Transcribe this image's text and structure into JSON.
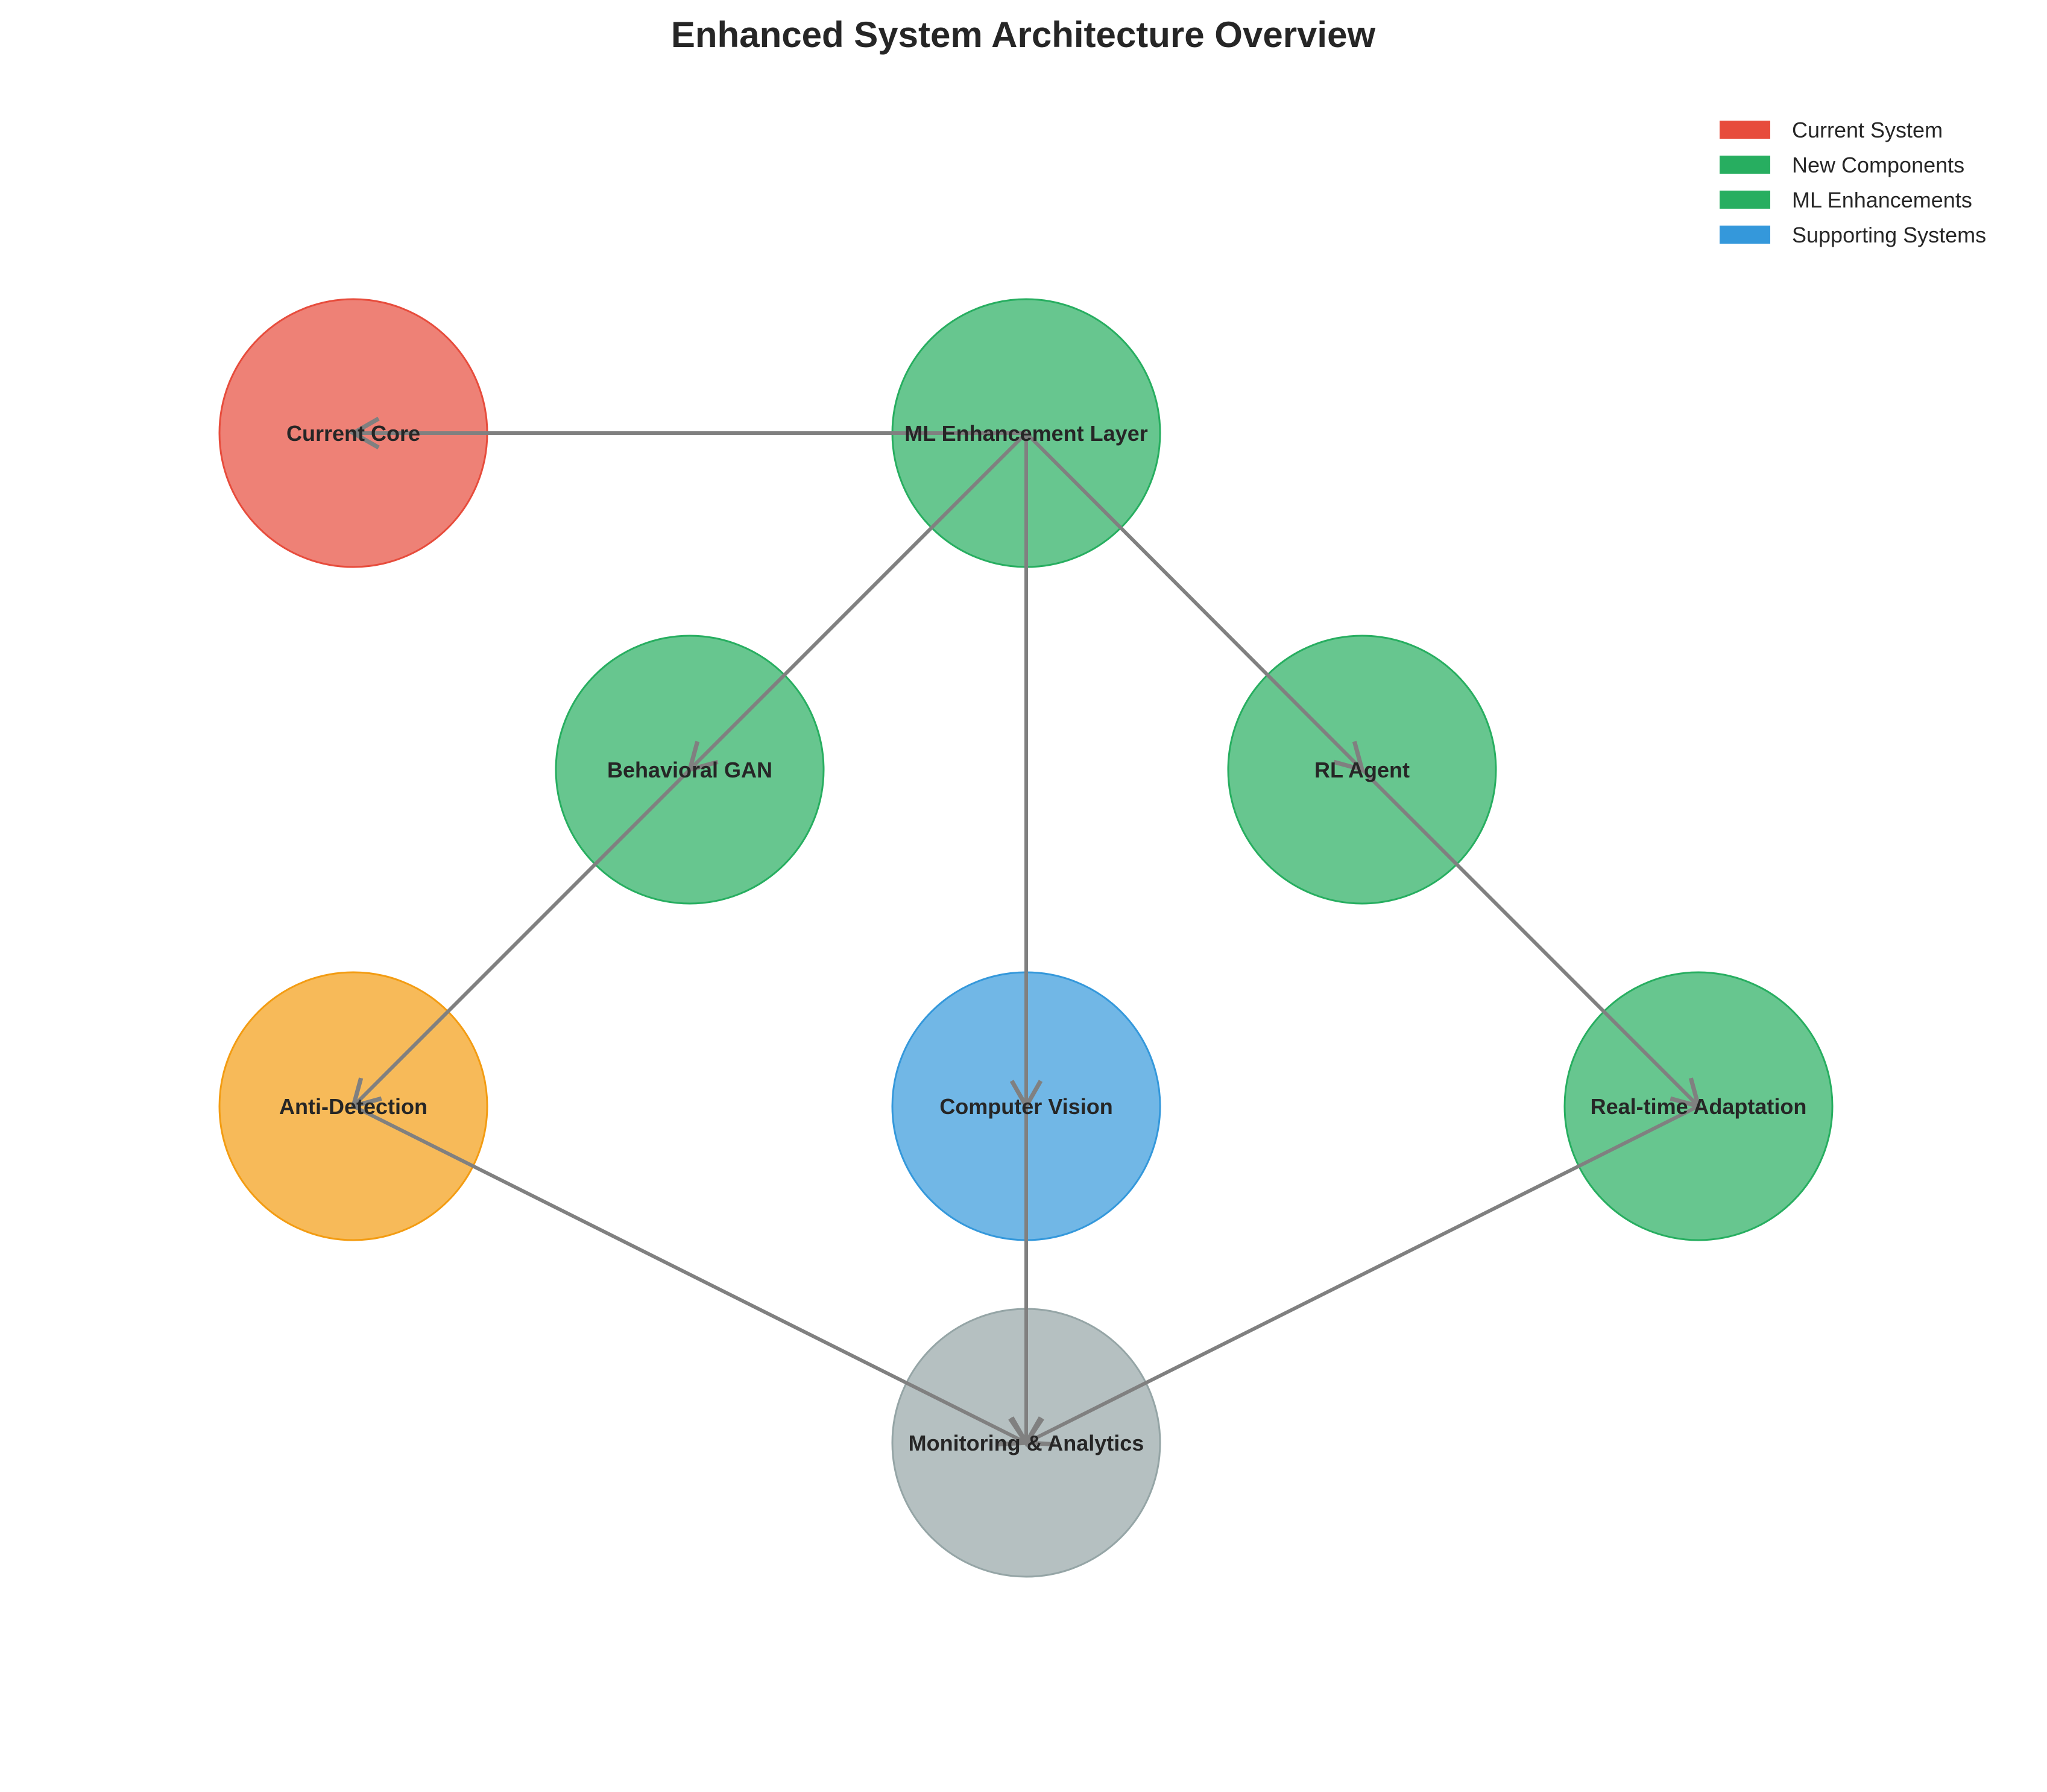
{
  "title": "Enhanced System Architecture Overview",
  "colors": {
    "current": "#e74c3c",
    "new": "#27ae60",
    "ml": "#27ae60",
    "support": "#3498db",
    "anti": "#f39c12",
    "monitor": "#95a5a6",
    "arrow": "#808080"
  },
  "legend": [
    {
      "label": "Current System",
      "color": "#e74c3c"
    },
    {
      "label": "New Components",
      "color": "#27ae60"
    },
    {
      "label": "ML Enhancements",
      "color": "#27ae60"
    },
    {
      "label": "Supporting Systems",
      "color": "#3498db"
    }
  ],
  "nodes": [
    {
      "id": "current-core",
      "label": "Current Core",
      "color": "#e74c3c"
    },
    {
      "id": "ml-layer",
      "label": "ML Enhancement Layer",
      "color": "#27ae60"
    },
    {
      "id": "behavioral-gan",
      "label": "Behavioral GAN",
      "color": "#27ae60"
    },
    {
      "id": "rl-agent",
      "label": "RL Agent",
      "color": "#27ae60"
    },
    {
      "id": "anti-detection",
      "label": "Anti-Detection",
      "color": "#f39c12"
    },
    {
      "id": "computer-vision",
      "label": "Computer Vision",
      "color": "#3498db"
    },
    {
      "id": "realtime-adaptation",
      "label": "Real-time Adaptation",
      "color": "#27ae60"
    },
    {
      "id": "monitoring",
      "label": "Monitoring & Analytics",
      "color": "#95a5a6"
    }
  ],
  "edges": [
    {
      "from": "ml-layer",
      "to": "current-core"
    },
    {
      "from": "ml-layer",
      "to": "behavioral-gan"
    },
    {
      "from": "ml-layer",
      "to": "rl-agent"
    },
    {
      "from": "ml-layer",
      "to": "computer-vision"
    },
    {
      "from": "behavioral-gan",
      "to": "anti-detection"
    },
    {
      "from": "rl-agent",
      "to": "realtime-adaptation"
    },
    {
      "from": "anti-detection",
      "to": "monitoring"
    },
    {
      "from": "computer-vision",
      "to": "monitoring"
    },
    {
      "from": "realtime-adaptation",
      "to": "monitoring"
    }
  ]
}
